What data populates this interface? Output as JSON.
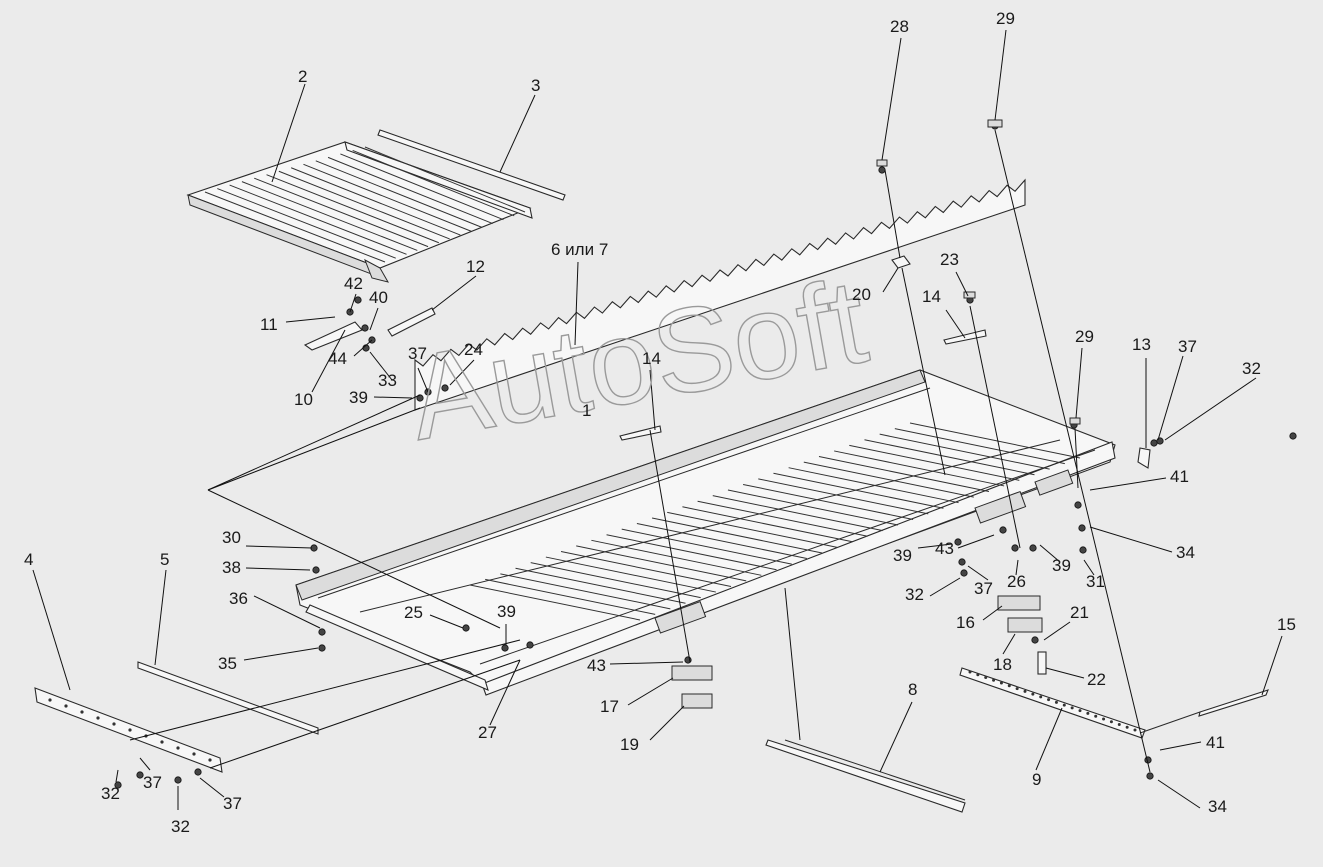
{
  "watermark": "AutoSoft",
  "callouts": [
    "1",
    "2",
    "3",
    "4",
    "5",
    "6 или 7",
    "8",
    "9",
    "10",
    "11",
    "12",
    "13",
    "14",
    "14",
    "15",
    "16",
    "17",
    "18",
    "19",
    "20",
    "21",
    "22",
    "23",
    "24",
    "25",
    "26",
    "27",
    "28",
    "29",
    "29",
    "30",
    "31",
    "32",
    "32",
    "32",
    "32",
    "33",
    "34",
    "34",
    "35",
    "36",
    "37",
    "37",
    "37",
    "37",
    "37",
    "38",
    "39",
    "39",
    "39",
    "39",
    "40",
    "41",
    "41",
    "42",
    "43",
    "43",
    "44"
  ],
  "colors": {
    "background": "#ebebeb",
    "line": "#2a2a2a",
    "part_fill": "#f7f7f7"
  }
}
